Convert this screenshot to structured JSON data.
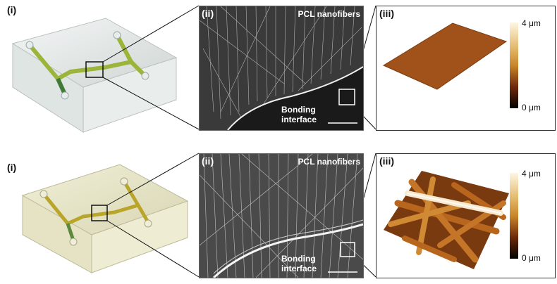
{
  "rows": [
    {
      "label_i": "(i)",
      "label_ii": "(ii)",
      "label_iii": "(iii)",
      "sem_label_top": "PCL nanofibers",
      "sem_label_bottom_1": "Bonding",
      "sem_label_bottom_2": "interface",
      "colorbar_max": "4 μm",
      "colorbar_min": "0 μm"
    },
    {
      "label_i": "(i)",
      "label_ii": "(ii)",
      "label_iii": "(iii)",
      "sem_label_top": "PCL nanofibers",
      "sem_label_bottom_1": "Bonding",
      "sem_label_bottom_2": "interface",
      "colorbar_max": "4 μm",
      "colorbar_min": "0 μm"
    }
  ],
  "colors": {
    "colorbar_top": "#fdf6e3",
    "colorbar_mid": "#c8862a",
    "colorbar_bottom": "#000000",
    "flat_afm": "#a0521a",
    "channel": "#9bb43a"
  }
}
